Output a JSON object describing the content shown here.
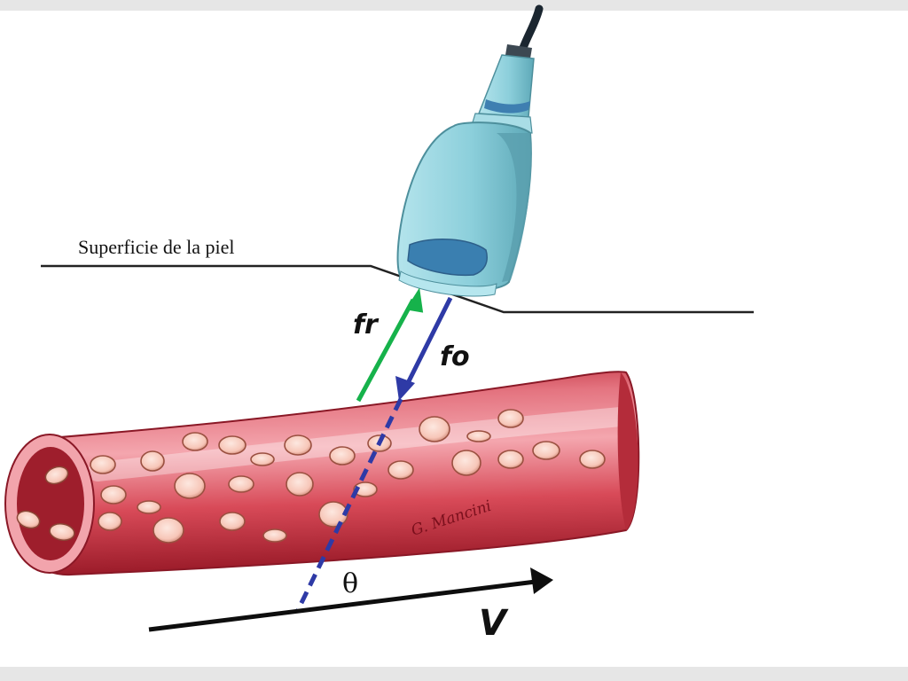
{
  "labels": {
    "skin_surface": "Superficie de la piel",
    "reflected_frequency": "fr",
    "emitted_frequency": "fo",
    "angle": "θ",
    "velocity": "V",
    "signature": "G. Mancini"
  },
  "icons": {
    "probe": "ultrasound-transducer-icon",
    "vessel": "blood-vessel-icon"
  },
  "colors": {
    "vessel_red": "#d44a58",
    "vessel_dark": "#a8202e",
    "lumen": "#9e1e2c",
    "cell_fill": "#f8ccc0",
    "probe_body": "#8fd0dc",
    "probe_face": "#3a7fb0",
    "reflected_arrow": "#16b24b",
    "emitted_arrow": "#2e3aa6",
    "skin_line": "#222222"
  }
}
